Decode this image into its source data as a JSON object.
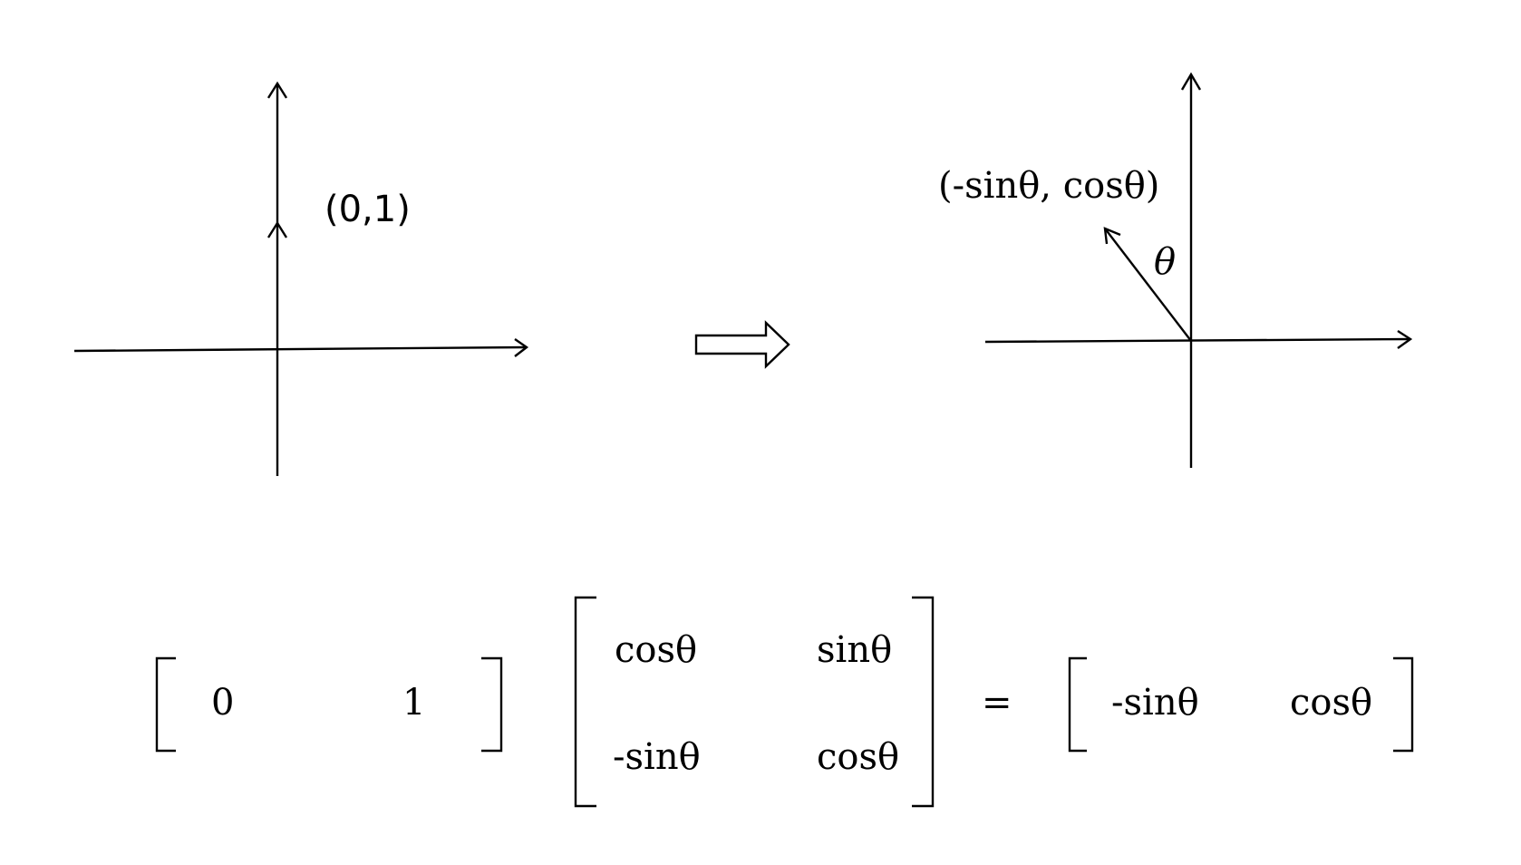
{
  "left_diagram": {
    "point_label": "(0,1)"
  },
  "right_diagram": {
    "point_label": "(-sinθ, cosθ)",
    "angle_label": "θ"
  },
  "equation": {
    "row_vector": [
      "0",
      "1"
    ],
    "matrix": [
      [
        "cosθ",
        "sinθ"
      ],
      [
        "-sinθ",
        "cosθ"
      ]
    ],
    "equals": "=",
    "result_vector": [
      "-sinθ",
      "cosθ"
    ]
  }
}
